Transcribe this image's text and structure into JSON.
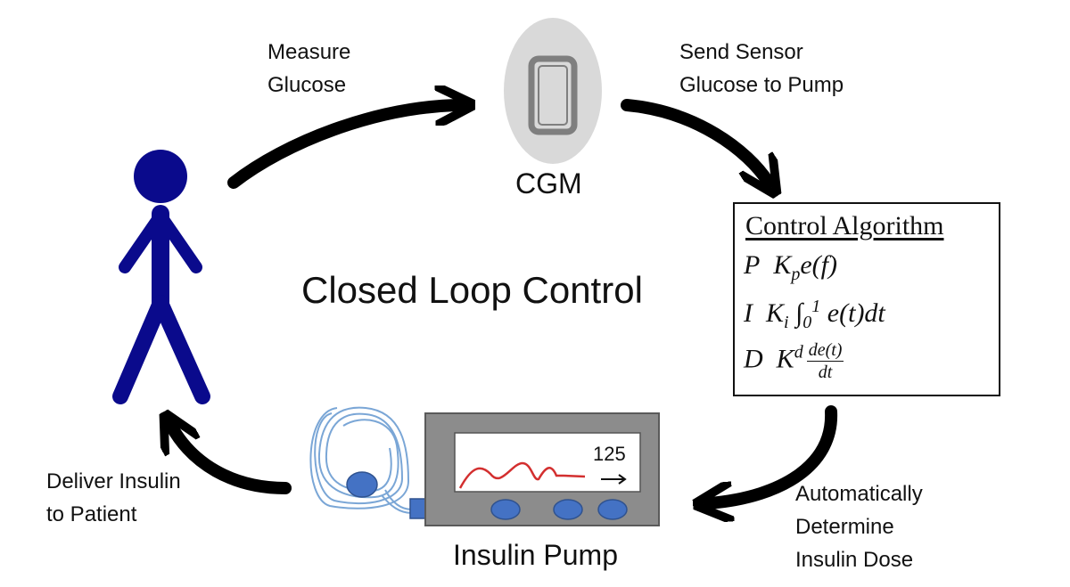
{
  "diagram": {
    "title": "Closed Loop Control",
    "nodes": {
      "cgm": {
        "label": "CGM"
      },
      "pump": {
        "label": "Insulin Pump",
        "display_value": "125"
      },
      "algorithm": {
        "title": "Control Algorithm",
        "terms": [
          {
            "letter": "P",
            "expr": "K",
            "sub": "p",
            "rest": "e(f)"
          },
          {
            "letter": "I",
            "expr": "K",
            "sub": "i",
            "integral_upper": "1",
            "integral_lower": "0",
            "rest": "e(t)dt"
          },
          {
            "letter": "D",
            "expr": "K",
            "sup": "d",
            "frac_num": "de(t)",
            "frac_den": "dt"
          }
        ]
      }
    },
    "edges": [
      {
        "from": "patient",
        "to": "cgm",
        "label_lines": [
          "Measure",
          "Glucose"
        ]
      },
      {
        "from": "cgm",
        "to": "algorithm",
        "label_lines": [
          "Send Sensor",
          "Glucose to Pump"
        ]
      },
      {
        "from": "algorithm",
        "to": "pump",
        "label_lines": [
          "Automatically",
          "Determine",
          "Insulin Dose"
        ]
      },
      {
        "from": "pump",
        "to": "patient",
        "label_lines": [
          "Deliver Insulin",
          "to Patient"
        ]
      }
    ],
    "colors": {
      "figure": "#0a0a8c",
      "arrow": "#000000",
      "cgm_oval": "#d9d9d9",
      "cgm_device": "#7f7f7f",
      "pump_body": "#8c8c8c",
      "pump_screen": "#ffffff",
      "pump_buttons": "#4472c4",
      "tubing": "#7aa6d6",
      "glucose_trace": "#d32f2f"
    }
  }
}
